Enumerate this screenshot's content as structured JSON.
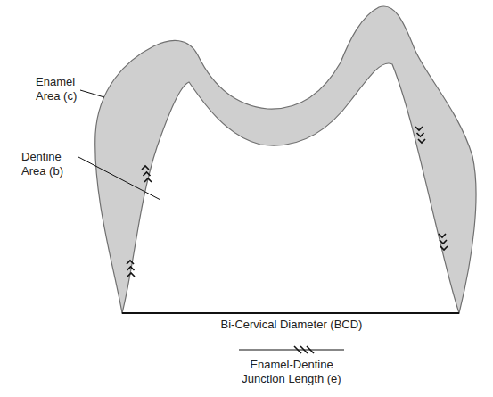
{
  "diagram": {
    "labels": [
      "Enamel Area (c)",
      "Dentine Area (b)",
      "Bi-Cervical Diameter (BCD)",
      "Enamel-Dentine Junction Length (e)"
    ]
  }
}
